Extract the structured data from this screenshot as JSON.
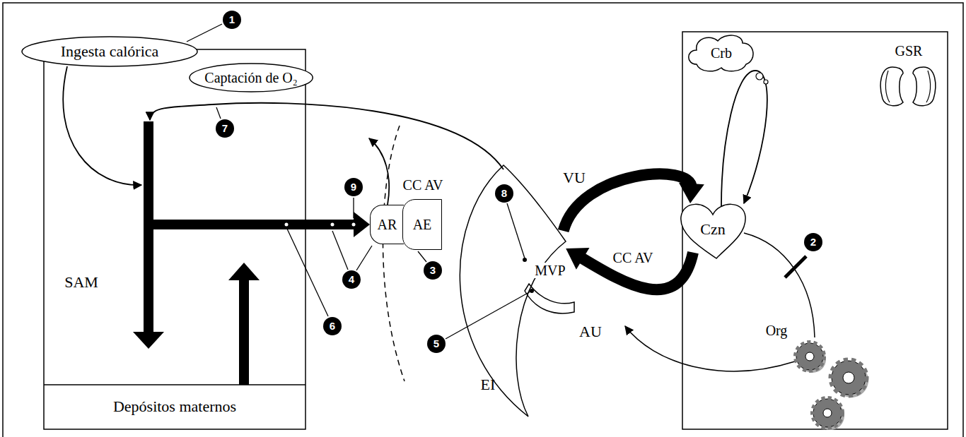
{
  "diagram": {
    "nodes": [
      {
        "text": [
          "Ingesta calórica"
        ]
      },
      {
        "text": [
          "Captación de O₂"
        ]
      },
      {
        "text": [
          "Depósitos maternos"
        ]
      },
      {
        "text": [
          "AR"
        ]
      },
      {
        "text": [
          "AE"
        ]
      },
      {
        "text": [
          "EI"
        ]
      },
      {
        "text": [
          "Crb"
        ]
      },
      {
        "text": [
          "Czn"
        ]
      }
    ],
    "edges": [
      {
        "from": 5,
        "to": 7,
        "label": "VU",
        "arrow": "to"
      },
      {
        "from": 7,
        "to": 5,
        "label": "AU",
        "arrow": "to"
      }
    ],
    "labels": [
      "1",
      "7",
      "9",
      "CC AV",
      "SAM",
      "4",
      "3",
      "6",
      "8",
      "MVP",
      "5",
      "CC AV",
      "GSR",
      "2",
      "Org"
    ]
  }
}
